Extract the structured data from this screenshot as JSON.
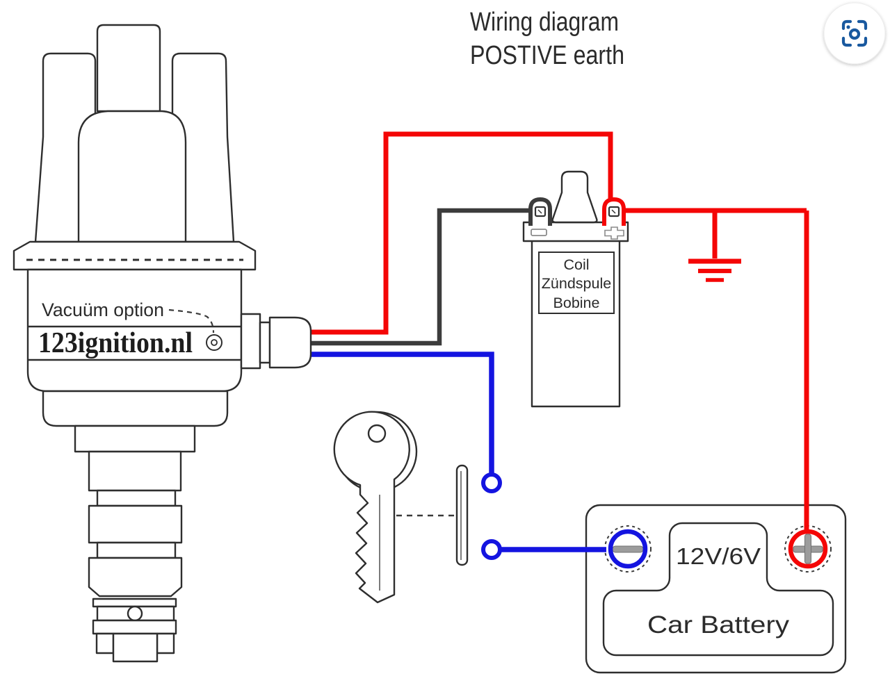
{
  "title": {
    "line1": "Wiring diagram",
    "line2": "POSTIVE earth"
  },
  "distributor": {
    "vacuum_label": "Vacuüm option",
    "brand": "123ignition.nl"
  },
  "coil": {
    "line1": "Coil",
    "line2": "Zündspule",
    "line3": "Bobine"
  },
  "battery": {
    "voltage": "12V/6V",
    "label": "Car Battery"
  },
  "icons": {
    "lens": "screenshot-search"
  },
  "colors": {
    "wire_red": "#f40606",
    "wire_black": "#3c3c3c",
    "wire_blue": "#1414e0",
    "outline": "#2e2e2e",
    "terminal_gray": "#9c9c9c",
    "lens_blue": "#19599f"
  },
  "connections": [
    {
      "wire": "red",
      "from": "distributor connector",
      "to": "coil + terminal, chassis ground, battery + terminal"
    },
    {
      "wire": "black",
      "from": "distributor connector",
      "to": "coil − terminal"
    },
    {
      "wire": "blue",
      "from": "distributor connector",
      "to": "battery − terminal via ignition key switch"
    }
  ]
}
